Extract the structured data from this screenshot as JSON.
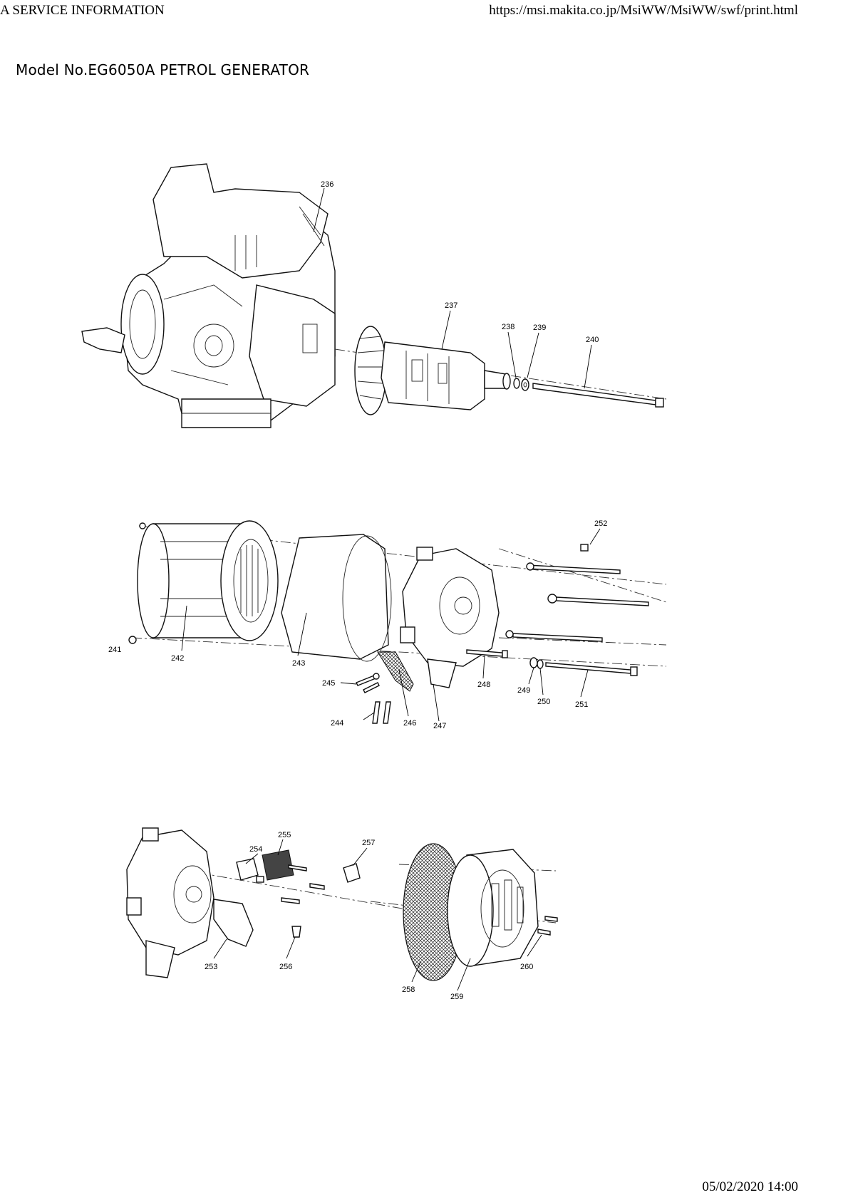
{
  "header": {
    "left": "A SERVICE INFORMATION",
    "right": "https://msi.makita.co.jp/MsiWW/MsiWW/swf/print.html"
  },
  "title": "Model No.EG6050A PETROL GENERATOR",
  "footer": {
    "timestamp": "05/02/2020 14:00"
  },
  "parts": {
    "p236": "236",
    "p237": "237",
    "p238": "238",
    "p239": "239",
    "p240": "240",
    "p241": "241",
    "p242": "242",
    "p243": "243",
    "p244": "244",
    "p245": "245",
    "p246": "246",
    "p247": "247",
    "p248": "248",
    "p249": "249",
    "p250": "250",
    "p251": "251",
    "p252": "252",
    "p253": "253",
    "p254": "254",
    "p255": "255",
    "p256": "256",
    "p257": "257",
    "p258": "258",
    "p259": "259",
    "p260": "260"
  }
}
